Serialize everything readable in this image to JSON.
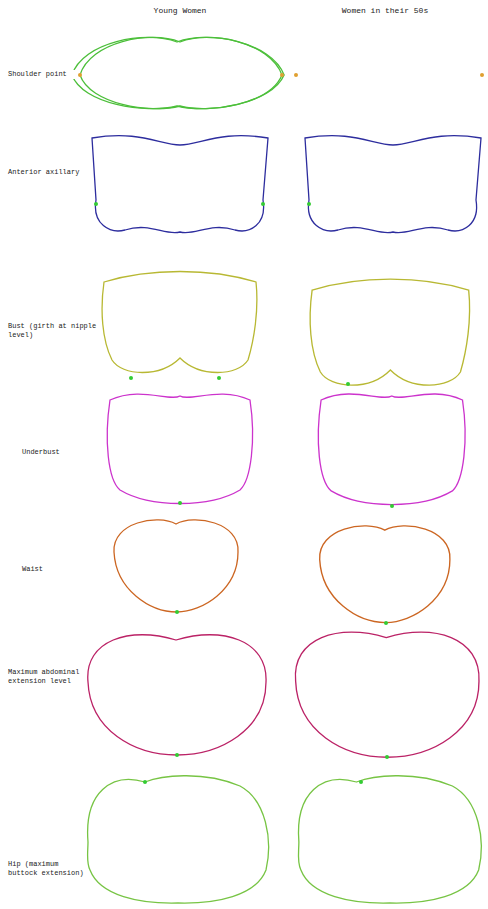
{
  "diagram": {
    "labels": [
      "Young Women",
      "Women in their 50s",
      "Shoulder point",
      "Anterior axillary",
      "Bust (girth at nipple level)",
      "Underbust",
      "Waist",
      "Maximum abdominal extension level",
      "Hip (maximum buttock extension)"
    ]
  }
}
